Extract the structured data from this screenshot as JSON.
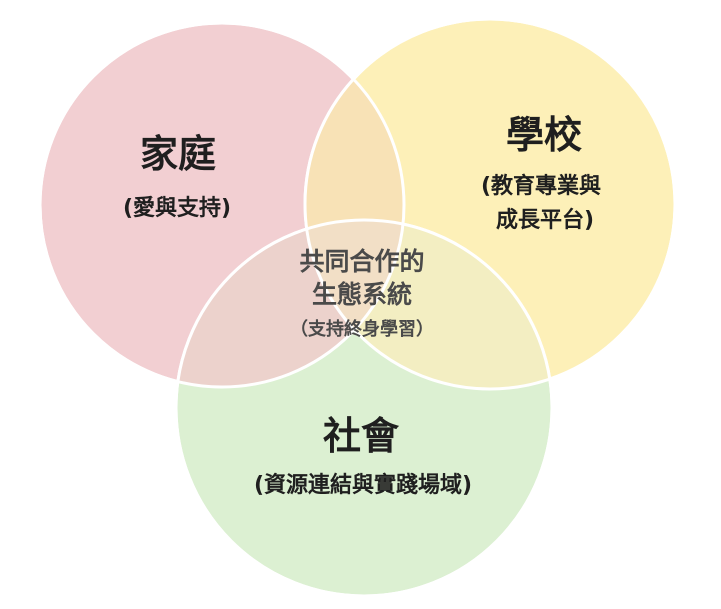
{
  "colors": {
    "family": "#f2cfd2",
    "school": "#fdf0b8",
    "society": "#dcf0d2"
  },
  "family": {
    "title": "家庭",
    "subtitle": "(愛與支持)"
  },
  "school": {
    "title": "學校",
    "subtitle_line1": "(教育專業與",
    "subtitle_line2": "成長平台)"
  },
  "society": {
    "title": "社會",
    "subtitle": "(資源連結與實踐場域)"
  },
  "center": {
    "line1": "共同合作的",
    "line2": "生態系統",
    "line3": "（支持終身學習）"
  }
}
